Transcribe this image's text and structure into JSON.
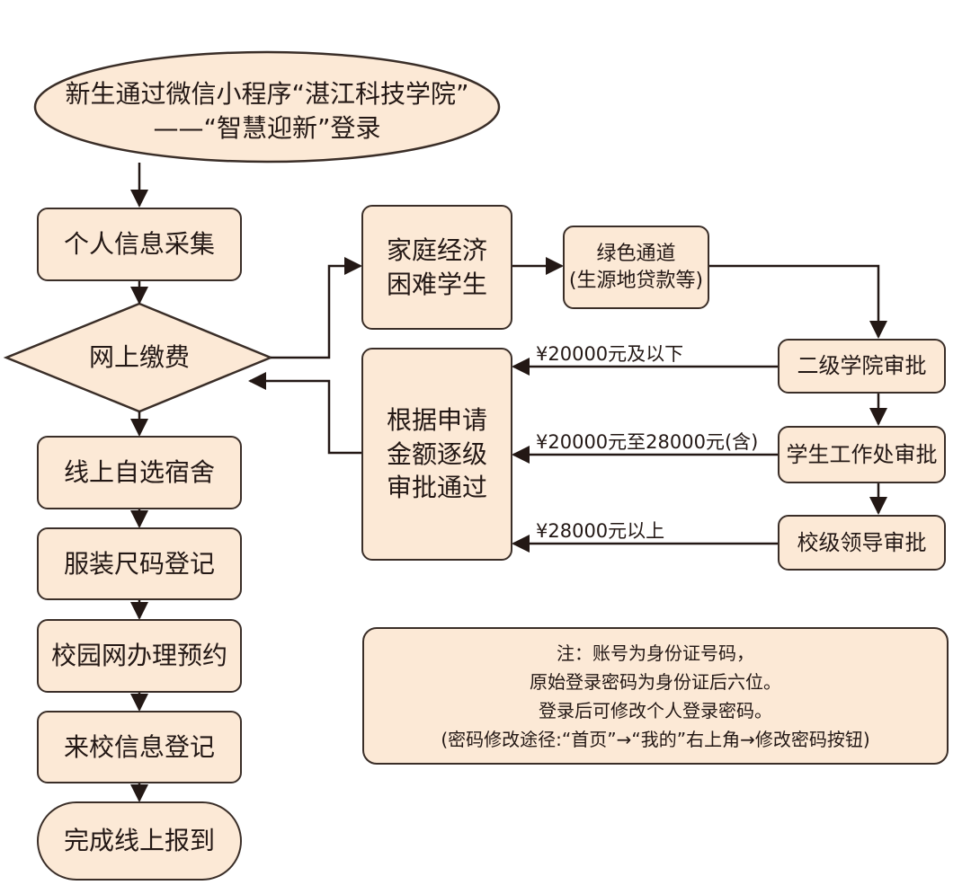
{
  "start": "新生通过微信小程序“湛江科技学院”\n——“智慧迎新”登录",
  "main_steps": {
    "info_collect": "个人信息采集",
    "online_payment": "网上缴费",
    "dorm_select": "线上自选宿舍",
    "uniform_size": "服装尺码登记",
    "campus_network": "校园网办理预约",
    "arrival_register": "来校信息登记",
    "finish": "完成线上报到"
  },
  "branch": {
    "needy_students": "家庭经济\n困难学生",
    "green_channel": "绿色通道\n(生源地贷款等)",
    "college_approval": "二级学院审批",
    "student_affairs_approval": "学生工作处审批",
    "leader_approval": "校级领导审批",
    "approved": "根据申请\n金额逐级\n审批通过"
  },
  "amount_labels": {
    "tier1": "¥20000元及以下",
    "tier2": "¥20000元至28000元(含)",
    "tier3": "¥28000元以上"
  },
  "note": {
    "line1": "注：账号为身份证号码，",
    "line2": "原始登录密码为身份证后六位。",
    "line3": "登录后可修改个人登录密码。",
    "line4": "(密码修改途径:“首页”→“我的”右上角→修改密码按钮)"
  },
  "colors": {
    "fill": "#fce9d6",
    "stroke": "#3a2e28"
  }
}
